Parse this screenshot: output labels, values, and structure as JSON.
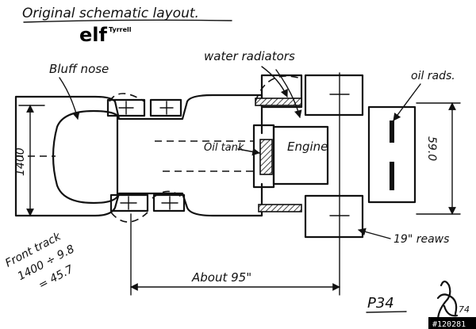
{
  "title": "Original schematic layout.",
  "logo": {
    "main": "elf",
    "sub": "Tyrrell"
  },
  "labels": {
    "bluff_nose": "Bluff nose",
    "water_radiators": "water radiators",
    "oil_rads": "oil rads.",
    "oil_tank": "Oil tank",
    "engine": "Engine",
    "rear_wheels": "19\" reaws",
    "wheelbase": "About 95\"",
    "width_left": "1400",
    "width_right": "59.0"
  },
  "notes": {
    "line1": "Front track",
    "line2": "1400 ÷ 9.8",
    "line3": "= 45.7"
  },
  "page_ref": "P34",
  "signature_mark": "74",
  "watermark": "#120281"
}
